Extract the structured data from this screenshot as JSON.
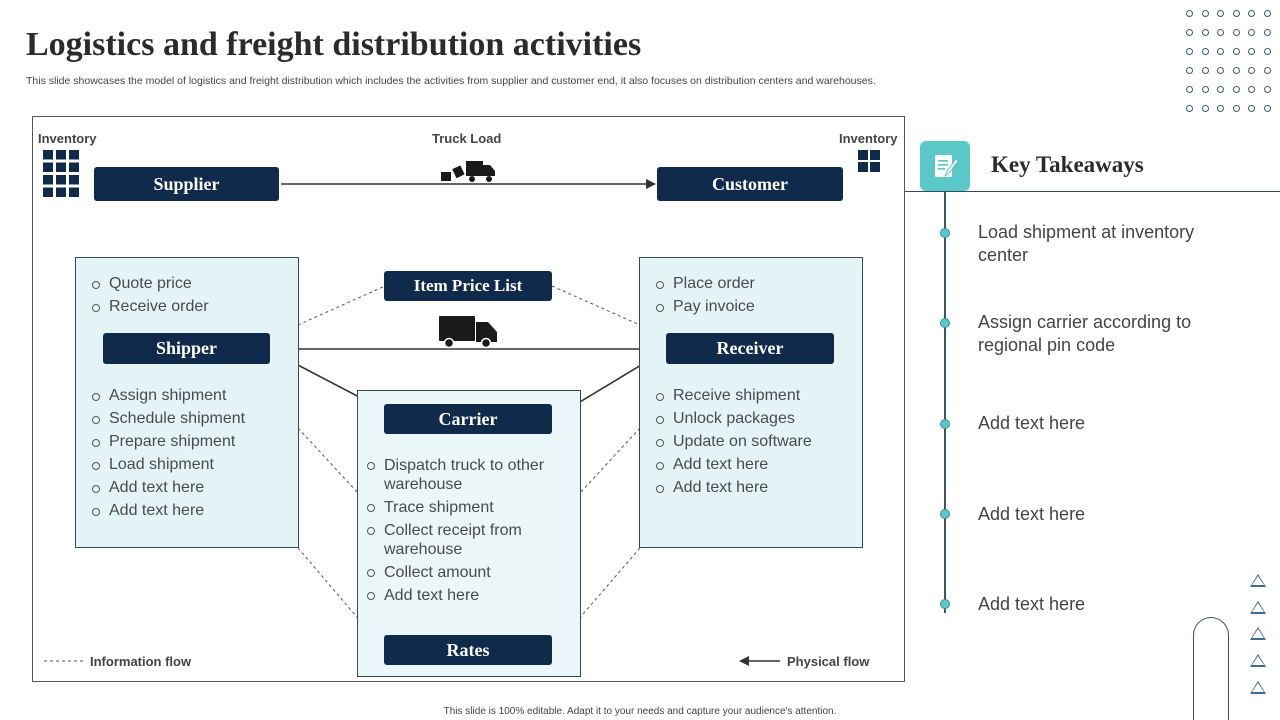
{
  "title": "Logistics and freight distribution activities",
  "subtitle": "This slide showcases the model of logistics and freight distribution which includes the activities from supplier and customer end, it also focuses on distribution centers and warehouses.",
  "footer": "This slide is 100% editable. Adapt it to your needs and capture your audience's attention.",
  "diagram": {
    "top_labels": {
      "inventory_left": "Inventory",
      "truck_load": "Truck Load",
      "inventory_right": "Inventory"
    },
    "nodes": {
      "supplier": "Supplier",
      "customer": "Customer",
      "item_price_list": "Item Price List",
      "shipper": "Shipper",
      "receiver": "Receiver",
      "carrier": "Carrier",
      "rates": "Rates"
    },
    "shipper_top": [
      "Quote price",
      "Receive order"
    ],
    "shipper_bottom": [
      "Assign shipment",
      "Schedule shipment",
      "Prepare shipment",
      "Load shipment",
      "Add text here",
      "Add text here"
    ],
    "receiver_top": [
      "Place order",
      "Pay invoice"
    ],
    "receiver_bottom": [
      "Receive shipment",
      "Unlock packages",
      "Update on software",
      "Add text here",
      "Add text here"
    ],
    "carrier_items": [
      "Dispatch truck to other warehouse",
      "Trace shipment",
      "Collect receipt from warehouse",
      "Collect amount",
      "Add text here"
    ],
    "legend": {
      "information_flow": "Information flow",
      "physical_flow": "Physical flow"
    }
  },
  "key_takeaways": {
    "title": "Key Takeaways",
    "icon": "notepad-pencil-icon",
    "items": [
      "Load shipment at inventory center",
      "Assign carrier according to regional pin code",
      "Add text here",
      "Add text here",
      "Add text here"
    ]
  },
  "colors": {
    "navy": "#0f2a4a",
    "teal": "#5ac8c8",
    "panel": "#e4f4f6"
  }
}
